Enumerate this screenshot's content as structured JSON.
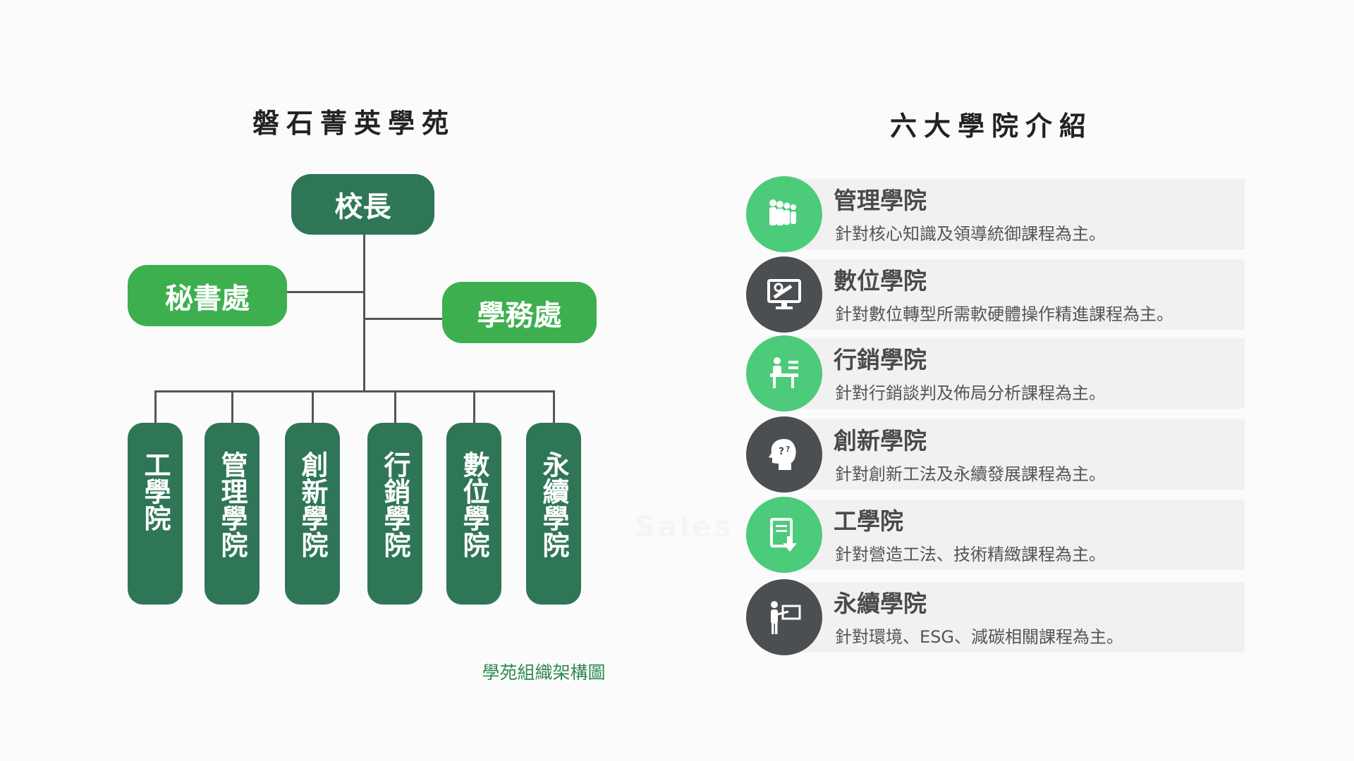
{
  "left_title": "磐石菁英學苑",
  "right_title": "六大學院介紹",
  "org": {
    "principal": "校長",
    "secretariat": "秘書處",
    "academic_affairs": "學務處",
    "colleges": [
      "工學院",
      "管理學院",
      "創新學院",
      "行銷學院",
      "數位學院",
      "永續學院"
    ],
    "caption": "學苑組織架構圖"
  },
  "watermark": "Sales",
  "colleges": [
    {
      "name": "管理學院",
      "desc": "針對核心知識及領導統御課程為主。",
      "icon": "team-icon",
      "color": "#4ccb7a"
    },
    {
      "name": "數位學院",
      "desc": "針對數位轉型所需軟硬體操作精進課程為主。",
      "icon": "monitor-tools-icon",
      "color": "#4b4f52"
    },
    {
      "name": "行銷學院",
      "desc": "針對行銷談判及佈局分析課程為主。",
      "icon": "presenter-desk-icon",
      "color": "#4ccb7a"
    },
    {
      "name": "創新學院",
      "desc": "針對創新工法及永續發展課程為主。",
      "icon": "head-question-icon",
      "color": "#4b4f52"
    },
    {
      "name": "工學院",
      "desc": "針對營造工法、技術精緻課程為主。",
      "icon": "document-download-icon",
      "color": "#4ccb7a"
    },
    {
      "name": "永續學院",
      "desc": "針對環境、ESG、減碳相關課程為主。",
      "icon": "teacher-board-icon",
      "color": "#4b4f52"
    }
  ]
}
